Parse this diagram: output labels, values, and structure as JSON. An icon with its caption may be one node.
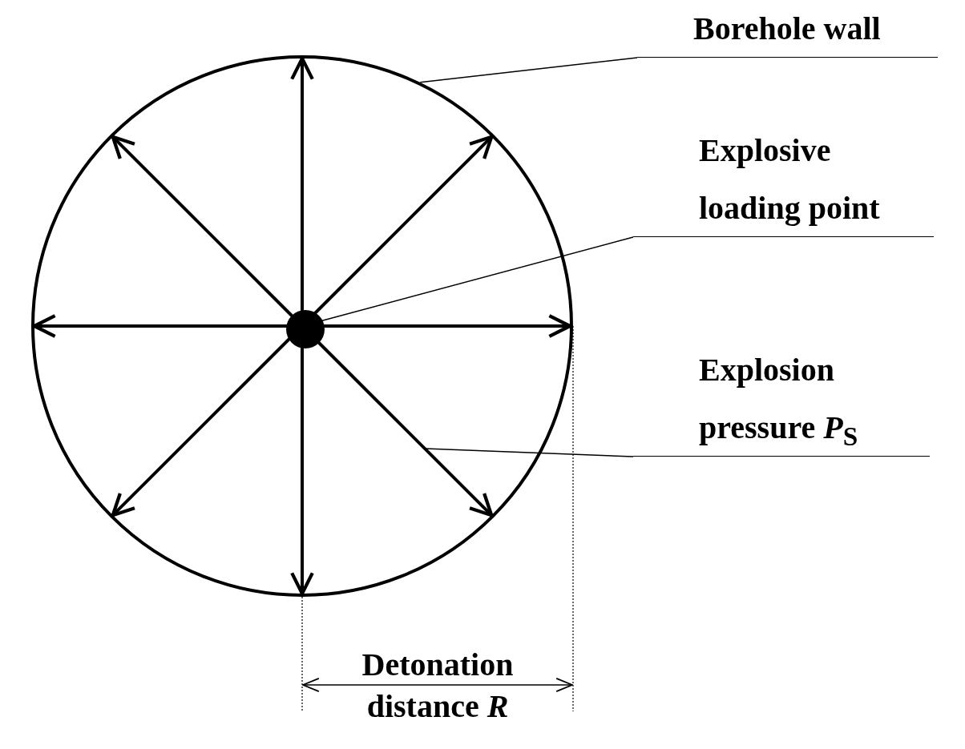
{
  "diagram": {
    "nodes": [
      {
        "text": [
          "Borehole wall"
        ]
      },
      {
        "text": [],
        "shape": "circle"
      },
      {
        "text": [
          "Explosive loading point"
        ]
      },
      {
        "text": [],
        "shape": "circle",
        "in": 1
      },
      {
        "text": [
          "Explosion pressure *P*$_{S}$"
        ]
      }
    ],
    "edges": [
      {
        "from": 0,
        "to": 1,
        "arrow": "none"
      },
      {
        "from": 2,
        "to": 3,
        "arrow": "none"
      },
      {
        "from": 4,
        "to": null,
        "arrow": "none"
      }
    ],
    "labels": [
      "Detonation distance *R*"
    ]
  }
}
